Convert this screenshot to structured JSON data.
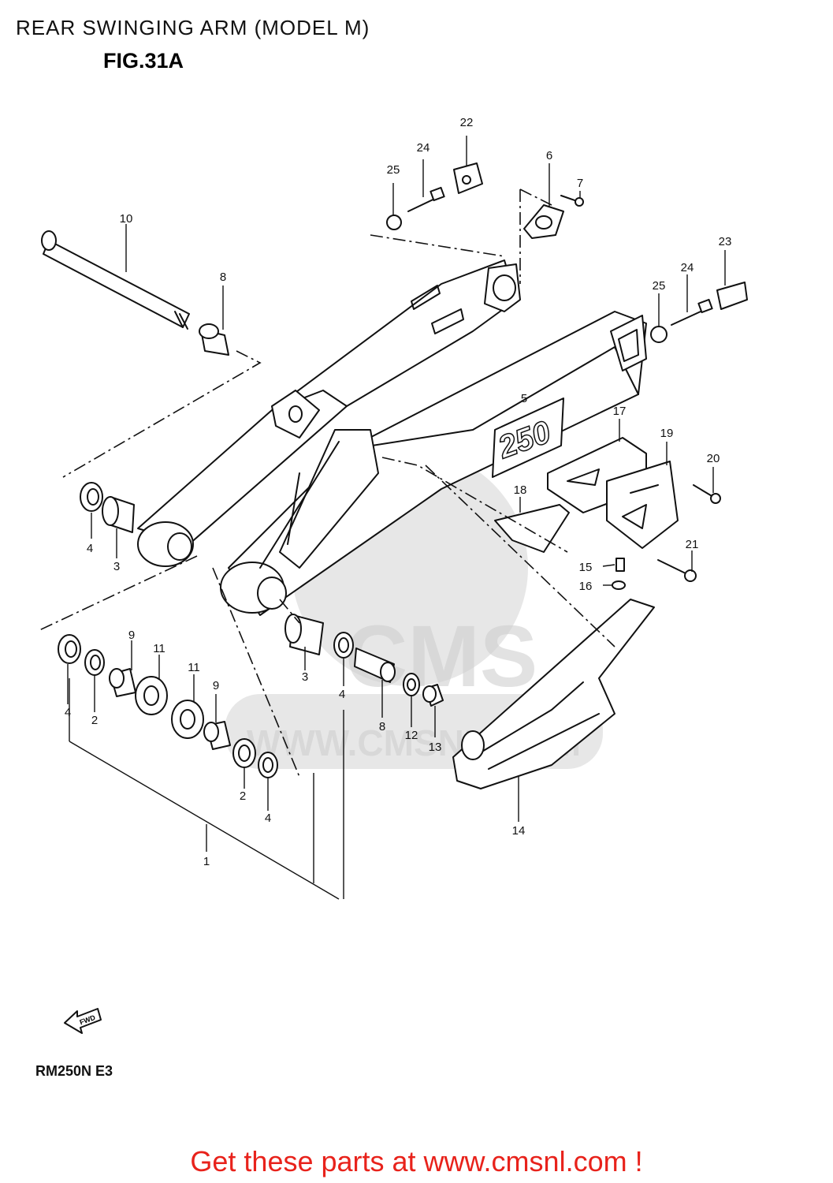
{
  "title": "REAR SWINGING ARM (MODEL M)",
  "figure": "FIG.31A",
  "model_code": "RM250N E3",
  "cta": "Get these parts at www.cmsnl.com !",
  "fwd_label": "FWD",
  "decal_text": "250",
  "watermark": {
    "brand": "CMS",
    "url": "WWW.CMSNL.COM"
  },
  "callouts": [
    {
      "id": "c-22",
      "label": "22"
    },
    {
      "id": "c-24a",
      "label": "24"
    },
    {
      "id": "c-25a",
      "label": "25"
    },
    {
      "id": "c-6",
      "label": "6"
    },
    {
      "id": "c-7",
      "label": "7"
    },
    {
      "id": "c-10",
      "label": "10"
    },
    {
      "id": "c-8a",
      "label": "8"
    },
    {
      "id": "c-23",
      "label": "23"
    },
    {
      "id": "c-24b",
      "label": "24"
    },
    {
      "id": "c-25b",
      "label": "25"
    },
    {
      "id": "c-5",
      "label": "5"
    },
    {
      "id": "c-17",
      "label": "17"
    },
    {
      "id": "c-19",
      "label": "19"
    },
    {
      "id": "c-20",
      "label": "20"
    },
    {
      "id": "c-18",
      "label": "18"
    },
    {
      "id": "c-4a",
      "label": "4"
    },
    {
      "id": "c-3a",
      "label": "3"
    },
    {
      "id": "c-21",
      "label": "21"
    },
    {
      "id": "c-15",
      "label": "15"
    },
    {
      "id": "c-16",
      "label": "16"
    },
    {
      "id": "c-9a",
      "label": "9"
    },
    {
      "id": "c-11a",
      "label": "11"
    },
    {
      "id": "c-11b",
      "label": "11"
    },
    {
      "id": "c-9b",
      "label": "9"
    },
    {
      "id": "c-3b",
      "label": "3"
    },
    {
      "id": "c-4b",
      "label": "4"
    },
    {
      "id": "c-4c",
      "label": "4"
    },
    {
      "id": "c-2a",
      "label": "2"
    },
    {
      "id": "c-8b",
      "label": "8"
    },
    {
      "id": "c-12",
      "label": "12"
    },
    {
      "id": "c-13",
      "label": "13"
    },
    {
      "id": "c-2b",
      "label": "2"
    },
    {
      "id": "c-4d",
      "label": "4"
    },
    {
      "id": "c-14",
      "label": "14"
    },
    {
      "id": "c-1",
      "label": "1"
    }
  ]
}
